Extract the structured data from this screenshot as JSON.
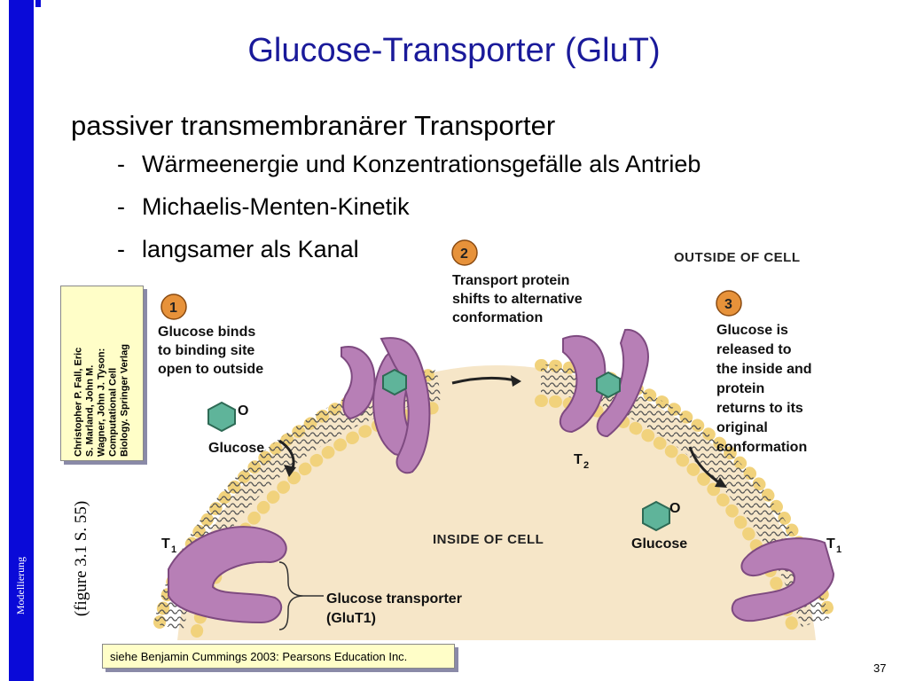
{
  "sidebar": {
    "label": "Modellierung"
  },
  "title": "Glucose-Transporter (GluT)",
  "bullets": {
    "main": "passiver transmembranärer Transporter",
    "items": [
      "Wärmeenergie und Konzentrationsgefälle als Antrieb",
      "Michaelis-Menten-Kinetik",
      "langsamer als Kanal"
    ],
    "dash": "-"
  },
  "figure": {
    "outside_label": "OUTSIDE OF CELL",
    "inside_label": "INSIDE OF CELL",
    "steps": [
      {
        "number": "1",
        "lines": [
          "Glucose binds",
          "to binding site",
          "open to outside"
        ]
      },
      {
        "number": "2",
        "lines": [
          "Transport protein",
          "shifts to alternative",
          "conformation"
        ]
      },
      {
        "number": "3",
        "lines": [
          "Glucose is",
          "released to",
          "the inside and",
          "protein",
          "returns to its",
          "original",
          "conformation"
        ]
      }
    ],
    "glucose_label": "Glucose",
    "glucose_label_inside": "Glucose",
    "o_letter": "O",
    "t1": "T",
    "t1_sub": "1",
    "t2": "T",
    "t2_sub": "2",
    "transporter_lines": [
      "Glucose transporter",
      "(GluT1)"
    ],
    "colors": {
      "protein": "#b77fb6",
      "protein_dark": "#7e4a80",
      "lipid_head": "#f1d27c",
      "glucose": "#5fb49a",
      "step_circle": "#e7923a",
      "cytoplasm": "#f6e6c8"
    }
  },
  "credit_lines": [
    "Christopher P. Fall, Eric",
    "S. Marland, John M.",
    "Wagner, John J. Tyson:",
    "Computational Cell",
    "Biology. Springer Verlag"
  ],
  "figure_ref": "(figure 3.1 S. 55)",
  "source": "siehe Benjamin Cummings 2003: Pearsons Education Inc.",
  "page_number": "37"
}
